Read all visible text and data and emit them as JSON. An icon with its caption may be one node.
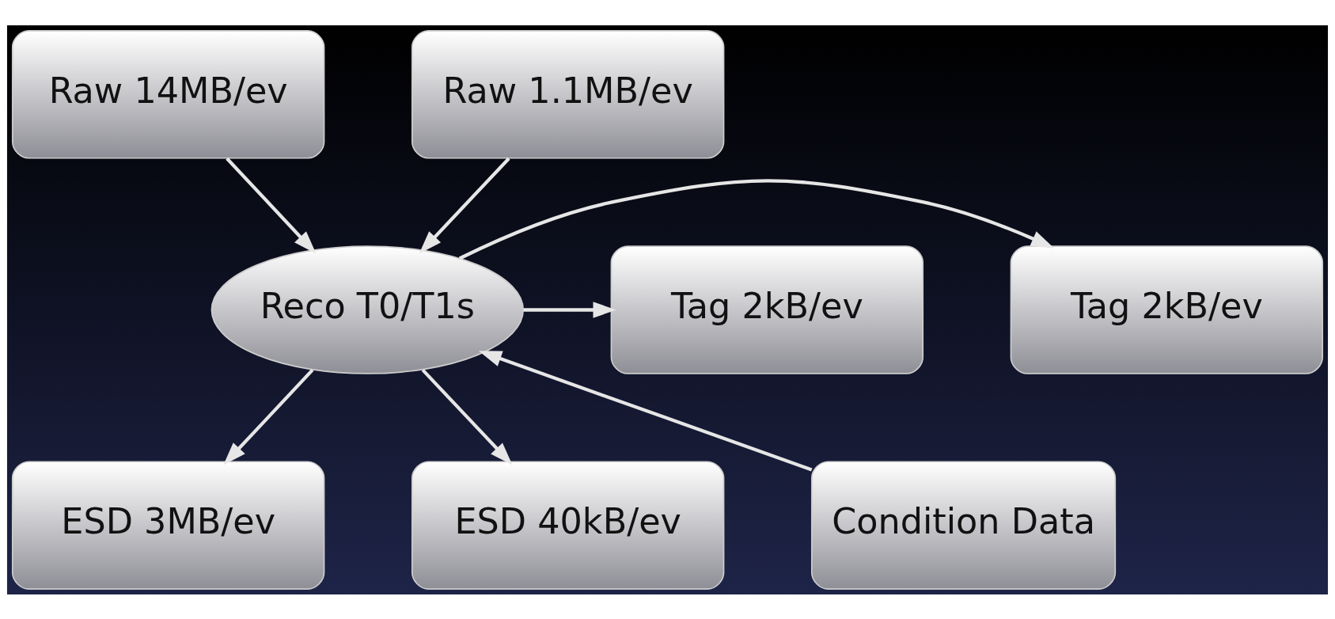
{
  "diagram": {
    "nodes": [
      {
        "text": [
          "Raw 14MB/ev"
        ]
      },
      {
        "text": [
          "Raw 1.1MB/ev"
        ]
      },
      {
        "text": [
          "Tag 2kB/ev"
        ]
      },
      {
        "text": [
          "Reco T0/T1s"
        ]
      },
      {
        "text": [
          "Tag 2kB/ev"
        ]
      },
      {
        "text": [
          "ESD 3MB/ev"
        ]
      },
      {
        "text": [
          "ESD 40kB/ev"
        ]
      },
      {
        "text": [
          "Condition Data"
        ]
      }
    ],
    "edges": [
      {
        "from": 0,
        "to": 3,
        "arrow": "to"
      },
      {
        "from": 1,
        "to": 3,
        "arrow": "to"
      },
      {
        "from": 3,
        "to": 2,
        "arrow": "to"
      },
      {
        "from": 3,
        "to": 4,
        "arrow": "to"
      },
      {
        "from": 3,
        "to": 5,
        "arrow": "to"
      },
      {
        "from": 3,
        "to": 6,
        "arrow": "to"
      },
      {
        "from": 7,
        "to": 3,
        "arrow": "to"
      }
    ]
  }
}
